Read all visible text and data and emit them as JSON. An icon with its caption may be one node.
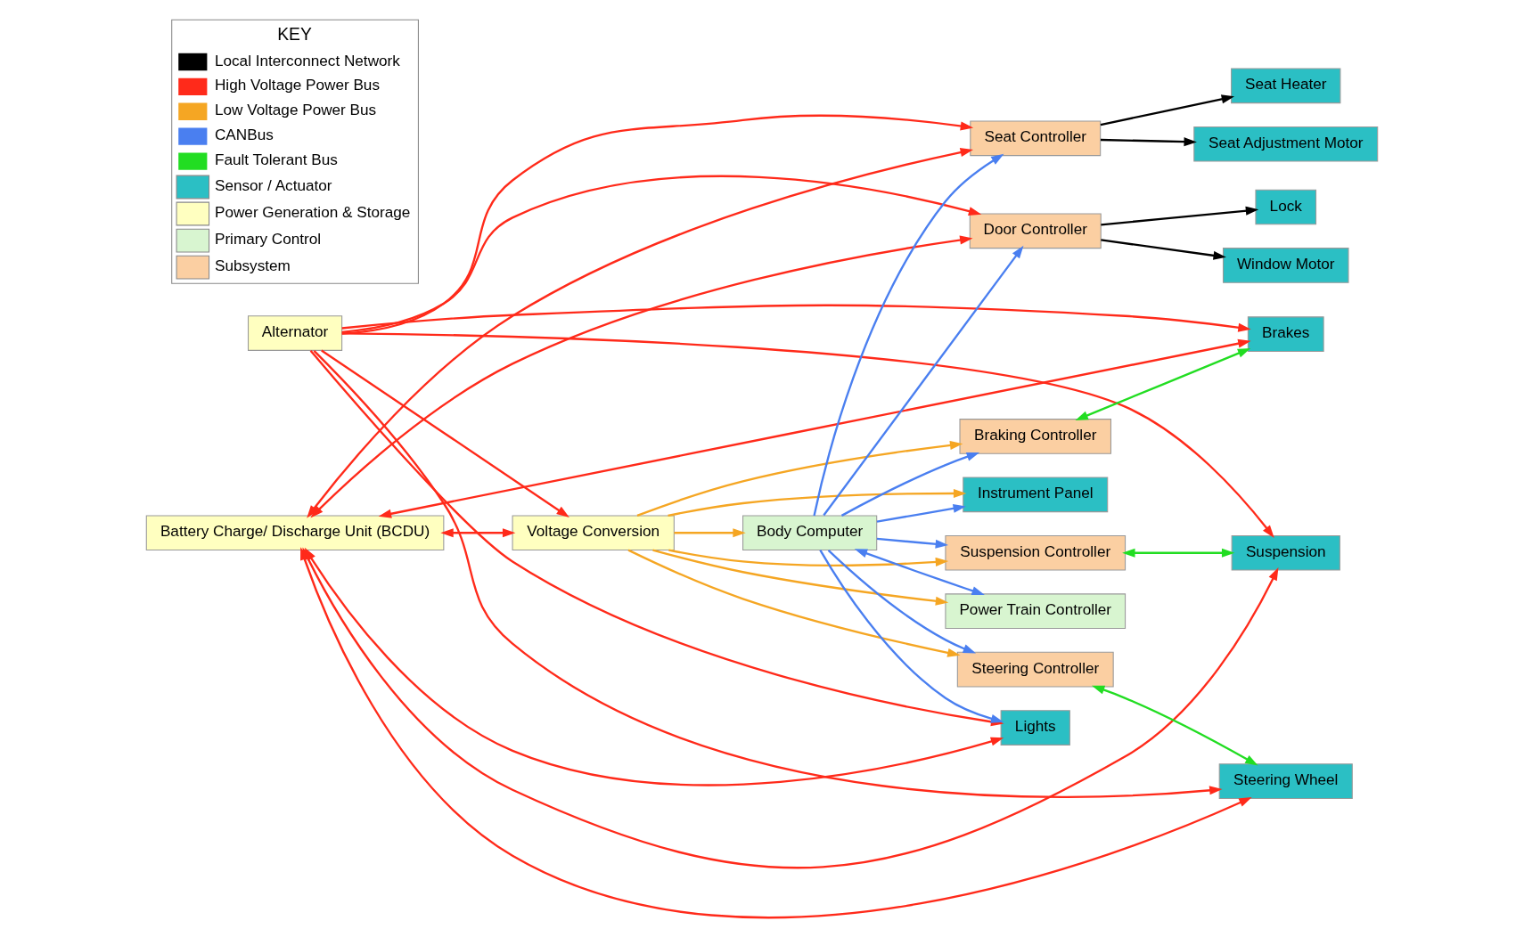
{
  "diagram": {
    "nodes": [
      {
        "text": [
          "Voltage Conversion"
        ]
      },
      {
        "text": [
          "Battery Charge/ Discharge Unit (BCDU)"
        ]
      },
      {
        "text": [
          "Alternator"
        ]
      },
      {
        "text": [
          "Power Train Controller"
        ]
      },
      {
        "text": [
          "Body Computer"
        ]
      },
      {
        "text": [
          "Steering Controller"
        ]
      },
      {
        "text": [
          "Braking Controller"
        ]
      },
      {
        "text": [
          "Suspension Controller"
        ]
      },
      {
        "text": [
          "Steering Wheel"
        ]
      },
      {
        "text": [
          "Brakes"
        ]
      },
      {
        "text": [
          "Suspension"
        ]
      },
      {
        "text": [
          "Instrument Panel"
        ]
      },
      {
        "text": [
          "Seat Heater"
        ]
      },
      {
        "text": [
          "Seat Controller"
        ]
      },
      {
        "text": [
          "Seat Adjustment Motor"
        ]
      },
      {
        "text": [
          "Lock"
        ]
      },
      {
        "text": [
          "Door Controller"
        ]
      },
      {
        "text": [
          "Window Motor"
        ]
      },
      {
        "text": [
          "Lights"
        ]
      }
    ],
    "edges": [
      {
        "from": 1,
        "to": 0,
        "arrow": "both"
      },
      {
        "from": 1,
        "to": 13,
        "arrow": "both"
      },
      {
        "from": 1,
        "to": 16,
        "arrow": "both"
      },
      {
        "from": 1,
        "to": 18,
        "arrow": "both"
      },
      {
        "from": 1,
        "to": 8,
        "arrow": "both"
      },
      {
        "from": 1,
        "to": 9,
        "arrow": "both"
      },
      {
        "from": 1,
        "to": 10,
        "arrow": "both"
      },
      {
        "from": 2,
        "to": 0,
        "arrow": "to"
      },
      {
        "from": 2,
        "to": 13,
        "arrow": "to"
      },
      {
        "from": 2,
        "to": 16,
        "arrow": "to"
      },
      {
        "from": 2,
        "to": 18,
        "arrow": "to"
      },
      {
        "from": 2,
        "to": 8,
        "arrow": "to"
      },
      {
        "from": 2,
        "to": 9,
        "arrow": "to"
      },
      {
        "from": 2,
        "to": 10,
        "arrow": "to"
      },
      {
        "from": 0,
        "to": 3,
        "arrow": "to",
        "color": "#f5a623"
      },
      {
        "from": 0,
        "to": 4,
        "arrow": "to",
        "color": "#f5a623"
      },
      {
        "from": 0,
        "to": 5,
        "arrow": "to",
        "color": "#f5a623"
      },
      {
        "from": 0,
        "to": 6,
        "arrow": "to",
        "color": "#f5a623"
      },
      {
        "from": 0,
        "to": 7,
        "arrow": "to",
        "color": "#f5a623"
      },
      {
        "from": 0,
        "to": 11,
        "arrow": "to",
        "color": "#f5a623"
      },
      {
        "from": 4,
        "to": 3,
        "arrow": "both",
        "color": "#4a7ff0"
      },
      {
        "from": 4,
        "to": 5,
        "arrow": "to",
        "color": "#4a7ff0"
      },
      {
        "from": 4,
        "to": 6,
        "arrow": "to",
        "color": "#4a7ff0"
      },
      {
        "from": 4,
        "to": 7,
        "arrow": "to",
        "color": "#4a7ff0"
      },
      {
        "from": 4,
        "to": 11,
        "arrow": "to",
        "color": "#4a7ff0"
      },
      {
        "from": 4,
        "to": 13,
        "arrow": "to",
        "color": "#4a7ff0"
      },
      {
        "from": 4,
        "to": 16,
        "arrow": "to",
        "color": "#4a7ff0"
      },
      {
        "from": 4,
        "to": 18,
        "arrow": "to",
        "color": "#4a7ff0"
      },
      {
        "from": 5,
        "to": 8,
        "arrow": "both",
        "color": "#22dd22"
      },
      {
        "from": 6,
        "to": 9,
        "arrow": "both",
        "color": "#22dd22"
      },
      {
        "from": 7,
        "to": 10,
        "arrow": "both",
        "color": "#22dd22"
      },
      {
        "from": 13,
        "to": 12,
        "arrow": "to",
        "color": "#000000"
      },
      {
        "from": 13,
        "to": 14,
        "arrow": "to",
        "color": "#000000"
      },
      {
        "from": 16,
        "to": 15,
        "arrow": "to",
        "color": "#000000"
      },
      {
        "from": 16,
        "to": 17,
        "arrow": "to",
        "color": "#000000"
      }
    ],
    "labels": [
      "KEY"
    ],
    "legend": [
      {
        "text": "Local Interconnect Network"
      },
      {
        "text": "High Voltage Power Bus"
      },
      {
        "text": "Low Voltage Power Bus"
      },
      {
        "text": "CANBus"
      },
      {
        "text": "Fault Tolerant Bus"
      },
      {
        "text": "Sensor / Actuator",
        "color": "#2bbfc4"
      },
      {
        "text": "Power Generation & Storage",
        "color": "#ffffc0"
      },
      {
        "text": "Primary Control",
        "color": "#d8f5d0"
      },
      {
        "text": "Subsystem",
        "color": "#fbcfa2"
      }
    ]
  }
}
